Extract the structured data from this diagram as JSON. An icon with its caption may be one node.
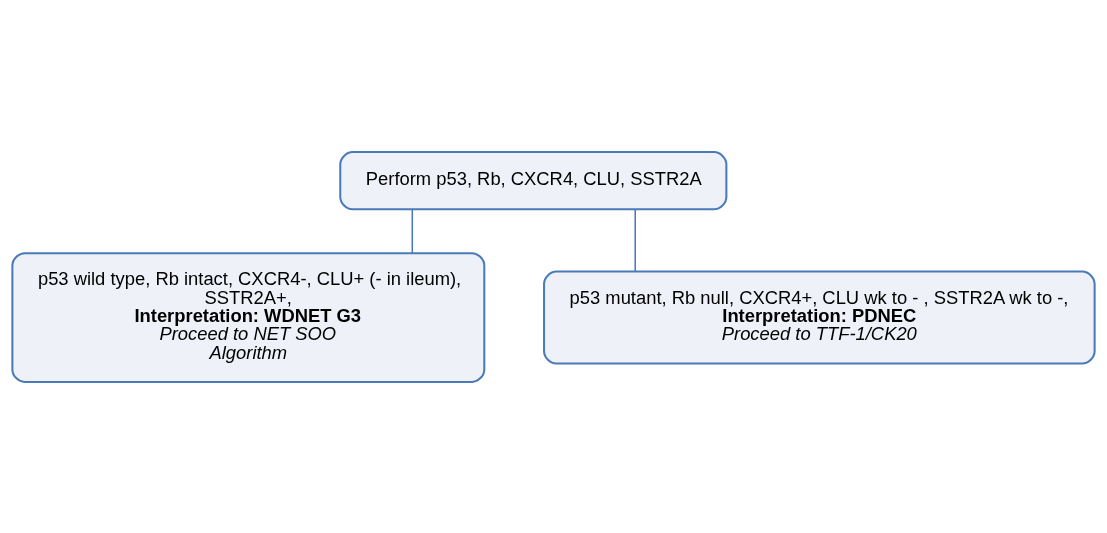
{
  "diagram": {
    "nodes": [
      {
        "text": [
          "Perform p53, Rb, CXCR4, CLU, SSTR2A"
        ]
      },
      {
        "text": [
          "p53 wild type, Rb intact, CXCR4-, CLU+ (- in ileum), SSTR2A+,",
          "Interpretation: WDNET G3",
          "Proceed to NET SOO Algorithm"
        ]
      },
      {
        "text": [
          "p53 mutant, Rb null, CXCR4+, CLU wk to - , SSTR2A wk to -,",
          "Interpretation: PDNEC",
          "Proceed to TTF-1/CK20"
        ]
      }
    ],
    "edges": [
      {
        "from": 0,
        "to": 1,
        "arrow": "none"
      },
      {
        "from": 0,
        "to": 2,
        "arrow": "none"
      }
    ]
  }
}
